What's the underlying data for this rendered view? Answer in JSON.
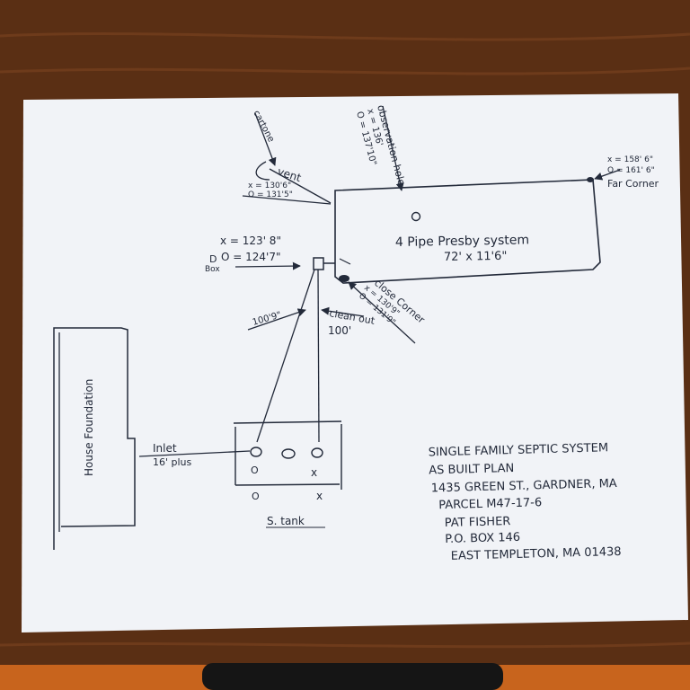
{
  "colors": {
    "wood": "#5a2f14",
    "paper": "#f1f3f7",
    "ink": "#232a3a"
  },
  "labels": {
    "cartone": "cartone",
    "vent": "vent",
    "vent_x": "x = 130'6\"",
    "vent_o": "O = 131'5\"",
    "obs_hole": "observation hole",
    "obs_x": "x = 136'",
    "obs_o": "O = 137'10\"",
    "far_x": "x = 158' 6\"",
    "far_o": "O = 161' 6\"",
    "far_corner": "Far Corner",
    "system_name": "4 Pipe Presby system",
    "system_size": "72' x 11'6\"",
    "dbox_x": "x = 123' 8\"",
    "dbox_o": "O = 124'7\"",
    "dbox_d": "D",
    "dbox_box": "Box",
    "close_corner": "close Corner",
    "close_x": "x = 130'9\"",
    "close_o": "O = 131'9\"",
    "dist_100_9": "100'9\"",
    "clean_out": "clean out",
    "dist_100": "100'",
    "house": "House Foundation",
    "inlet": "Inlet",
    "inlet_len": "16' plus",
    "mark_o": "O",
    "mark_x": "x",
    "tank": "S. tank"
  },
  "title_block": {
    "line1": "SINGLE FAMILY SEPTIC SYSTEM",
    "line2": "AS BUILT PLAN",
    "line3": "1435 GREEN ST., GARDNER, MA",
    "line4": "PARCEL M47-17-6",
    "line5": "PAT FISHER",
    "line6": "P.O. BOX 146",
    "line7": "EAST TEMPLETON, MA 01438"
  }
}
